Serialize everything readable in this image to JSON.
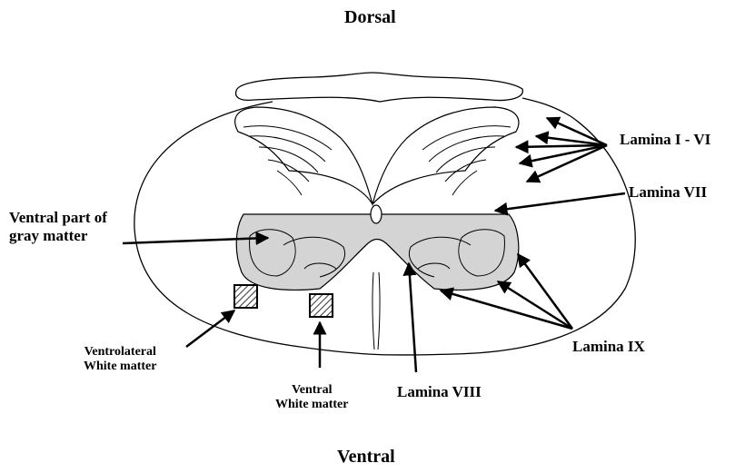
{
  "orientation": {
    "top": "Dorsal",
    "bottom": "Ventral"
  },
  "labels": {
    "lamina_i_vi": "Lamina  I - VI",
    "lamina_vii": "Lamina VII",
    "lamina_viii": "Lamina VIII",
    "lamina_ix": "Lamina IX",
    "ventral_gray_line1": "Ventral part of",
    "ventral_gray_line2": "gray matter",
    "ventrolateral_line1": "Ventrolateral",
    "ventrolateral_line2": "White matter",
    "ventral_white_line1": "Ventral",
    "ventral_white_line2": "White matter"
  },
  "colors": {
    "ink": "#000000",
    "gray_matter_shade": "#d4d4d4",
    "background": "#ffffff"
  }
}
